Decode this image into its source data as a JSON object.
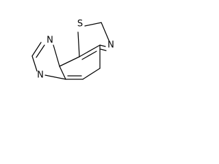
{
  "molecule": {
    "atoms": {
      "s": "S",
      "n_thiazole": "N",
      "n_imidazole_top": "N",
      "n_imidazole_bottom": "N"
    },
    "colors": {
      "bond": "#000000",
      "label": "#000000",
      "background": "#ffffff"
    }
  }
}
